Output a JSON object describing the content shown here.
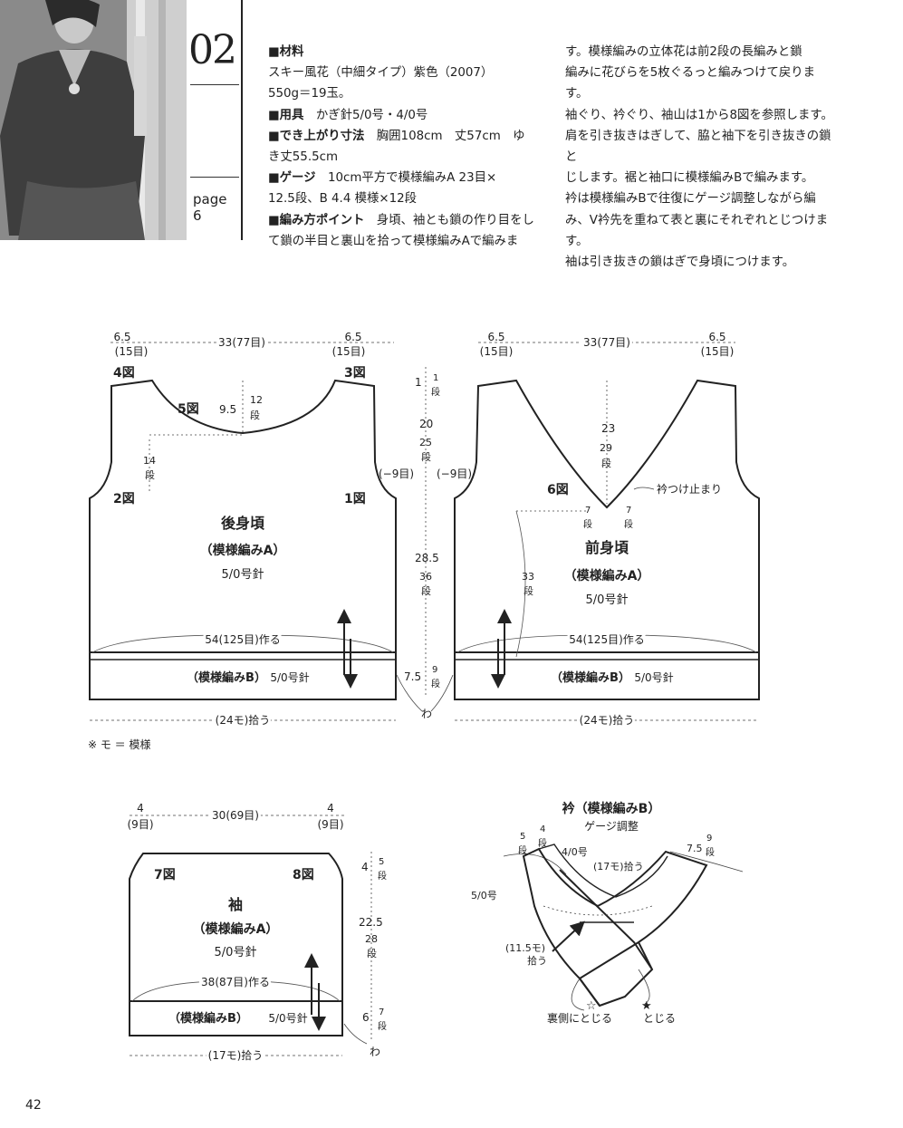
{
  "header": {
    "number": "02",
    "page_label": "page",
    "page_ref": "6"
  },
  "spec": {
    "material_label": "■材料",
    "material_text": "スキー風花（中細タイプ）紫色（2007）",
    "material_text2": "550g＝19玉。",
    "tools_label": "■用具",
    "tools_text": "かぎ針5/0号・4/0号",
    "size_label": "■でき上がり寸法",
    "size_text": "胸囲108cm　丈57cm　ゆ",
    "size_text2": "き丈55.5cm",
    "gauge_label": "■ゲージ",
    "gauge_text": "10cm平方で模様編みA 23目×",
    "gauge_text2": "12.5段、B 4.4 模様×12段",
    "points_label": "■編み方ポイント",
    "points_text": "身頃、袖とも鎖の作り目をし",
    "points_text2": "て鎖の半目と裏山を拾って模様編みAで編みま"
  },
  "description": [
    "す。模様編みの立体花は前2段の長編みと鎖",
    "編みに花びらを5枚ぐるっと編みつけて戻ります。",
    "袖ぐり、衿ぐり、袖山は1から8図を参照します。",
    "肩を引き抜きはぎして、脇と袖下を引き抜きの鎖と",
    "じします。裾と袖口に模様編みBで編みます。",
    "衿は模様編みBで往復にゲージ調整しながら編",
    "み、V衿先を重ねて表と裏にそれぞれとじつけます。",
    "袖は引き抜きの鎖はぎで身頃につけます。"
  ],
  "back": {
    "w_side": "6.5",
    "w_side_st": "(15目)",
    "w_mid": "33(77目)",
    "fig4": "4図",
    "fig3": "3図",
    "fig5": "5図",
    "fig2": "2図",
    "fig1": "1図",
    "neck_depth": "9.5",
    "neck_rows": [
      "12",
      "段"
    ],
    "armhole_rows": [
      "14",
      "段"
    ],
    "title": "後身頃",
    "pattern": "（模様編みA）",
    "needle": "5/0号針",
    "foundation": "54(125目)作る",
    "band": "（模様編みB）",
    "band_needle": "5/0号針",
    "pickup": "(24モ)拾う",
    "side_dec": "(−9目)"
  },
  "center": {
    "d1": "1",
    "d1_rows": [
      "1",
      "段"
    ],
    "d2": "20",
    "d2_rows": [
      "25",
      "段"
    ],
    "d3": "28.5",
    "d3_rows": [
      "36",
      "段"
    ],
    "d4": "7.5",
    "d4_rows": [
      "9",
      "段"
    ],
    "wa": "わ"
  },
  "front": {
    "w_side": "6.5",
    "w_side_st": "(15目)",
    "w_mid": "33(77目)",
    "v_depth": "23",
    "v_rows": [
      "29",
      "段"
    ],
    "side_dec": "(−9目)",
    "fig6": "6図",
    "collar_stop": "衿つけ止まり",
    "vrows_l": [
      "7",
      "段"
    ],
    "vrows_r": [
      "7",
      "段"
    ],
    "title": "前身頃",
    "pattern": "（模様編みA）",
    "needle": "5/0号針",
    "side_rows": [
      "33",
      "段"
    ],
    "foundation": "54(125目)作る",
    "band": "（模様編みB）",
    "band_needle": "5/0号針",
    "pickup": "(24モ)拾う"
  },
  "note": "※ モ ＝ 模様",
  "sleeve": {
    "w_side": "4",
    "w_side_st": "(9目)",
    "w_mid": "30(69目)",
    "fig7": "7図",
    "fig8": "8図",
    "title": "袖",
    "pattern": "（模様編みA）",
    "needle": "5/0号針",
    "foundation": "38(87目)作る",
    "band": "（模様編みB）",
    "band_needle": "5/0号針",
    "pickup": "(17モ)拾う",
    "h1": "4",
    "h1_rows": [
      "5",
      "段"
    ],
    "h2": "22.5",
    "h2_rows": [
      "28",
      "段"
    ],
    "h3": "6",
    "h3_rows": [
      "7",
      "段"
    ],
    "wa": "わ"
  },
  "collar": {
    "title": "衿（模様編みB）",
    "subtitle": "ゲージ調整",
    "r5": [
      "5",
      "段"
    ],
    "r4": [
      "4",
      "段"
    ],
    "needle_4": "4/0号",
    "needle_5": "5/0号",
    "pick_top": "(17モ)拾う",
    "pick_side": "(11.5モ)",
    "pick_side2": "拾う",
    "w_right": "7.5",
    "w_right_rows": [
      "9",
      "段"
    ],
    "close_back": "裏側にとじる",
    "close_front": "とじる",
    "star_open": "☆",
    "star_solid": "★"
  },
  "footer": {
    "page_number": "42"
  }
}
